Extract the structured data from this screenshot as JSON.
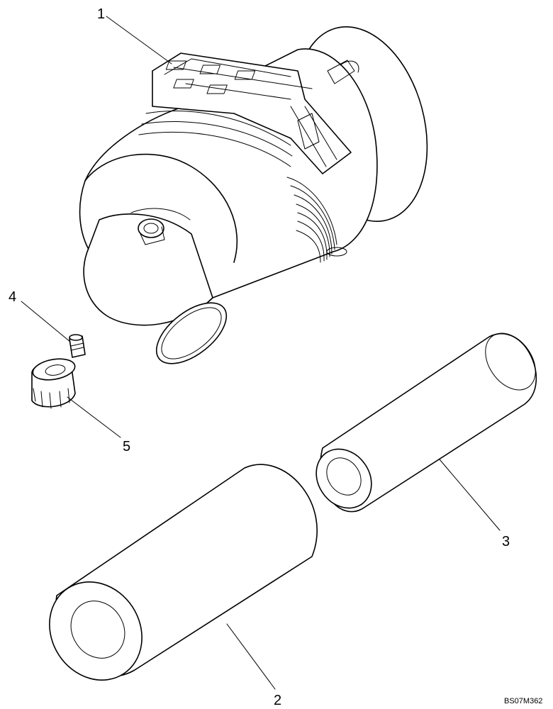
{
  "callouts": [
    {
      "id": "1",
      "label": "1"
    },
    {
      "id": "2",
      "label": "2"
    },
    {
      "id": "3",
      "label": "3"
    },
    {
      "id": "4",
      "label": "4"
    },
    {
      "id": "5",
      "label": "5"
    }
  ],
  "drawing_code": "BS07M362"
}
